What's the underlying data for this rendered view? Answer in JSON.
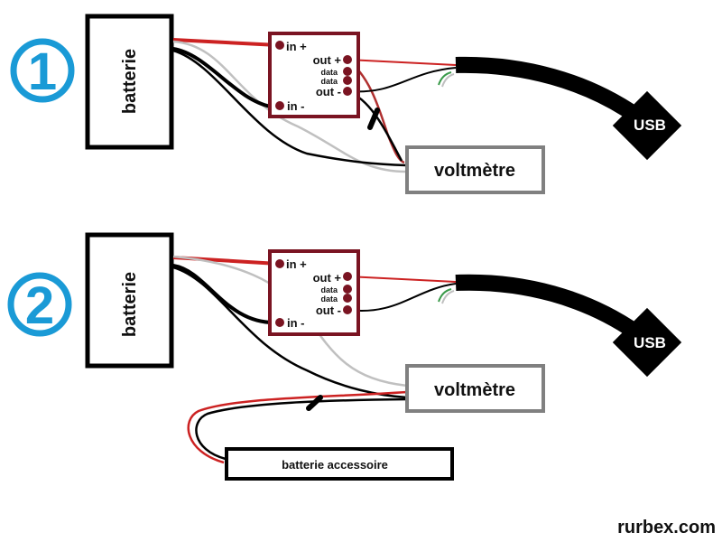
{
  "diagrams": [
    {
      "number": "1",
      "battery_label": "batterie",
      "module": {
        "in_plus": "in +",
        "in_minus": "in -",
        "out_plus": "out +",
        "data1": "data",
        "data2": "data",
        "out_minus": "out -"
      },
      "voltmeter_label": "voltmètre",
      "usb_label": "USB"
    },
    {
      "number": "2",
      "battery_label": "batterie",
      "module": {
        "in_plus": "in +",
        "in_minus": "in -",
        "out_plus": "out +",
        "data1": "data",
        "data2": "data",
        "out_minus": "out -"
      },
      "voltmeter_label": "voltmètre",
      "usb_label": "USB",
      "accessory_battery_label": "batterie accessoire"
    }
  ],
  "watermark": "rurbex.com",
  "colors": {
    "number_circle": "#1a9ad6",
    "module_border": "#7a1422",
    "wire_red": "#cc2222",
    "wire_black": "#000000",
    "wire_grey": "#c0c0c0",
    "wire_green": "#3a9a4a",
    "voltmeter_border": "#808080"
  }
}
